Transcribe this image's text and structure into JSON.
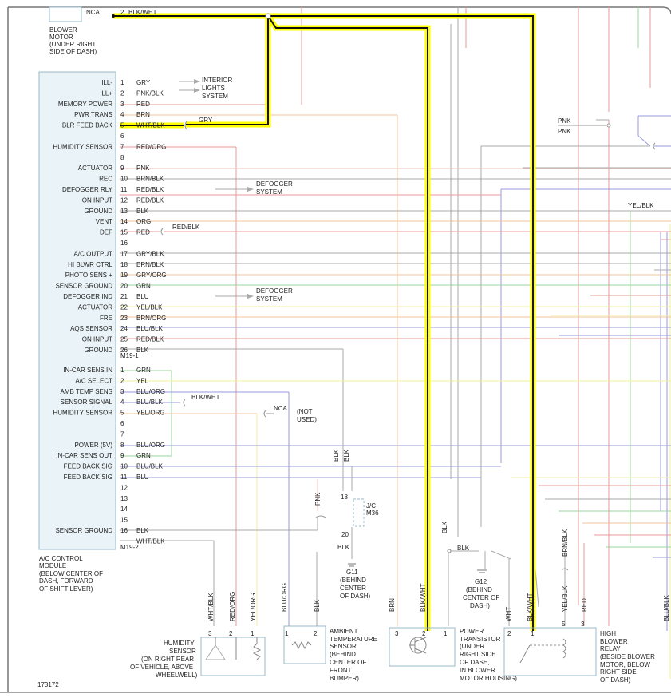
{
  "colors": {
    "highlight": "#ffff00",
    "wire_dark": "#111111",
    "module_fill": "#eaf4f8",
    "module_stroke": "#9ab8c8",
    "wire_red": "#e89a9a",
    "wire_green": "#9ed49e",
    "wire_blue": "#9a9ae0",
    "wire_gray": "#aaaaaa",
    "wire_orange": "#f0c49a",
    "wire_yellow": "#f0f0a0",
    "wire_pink": "#f2c2c2"
  },
  "blower_motor": {
    "label": [
      "BLOWER",
      "MOTOR",
      "(UNDER RIGHT",
      "SIDE OF DASH)"
    ],
    "nca": "NCA",
    "pin": "2",
    "wire": "BLK/WHT"
  },
  "module": {
    "connector1": "M19-1",
    "connector2": "M19-2",
    "title": [
      "A/C CONTROL",
      "MODULE",
      "(BELOW CENTER OF",
      "DASH, FORWARD",
      "OF SHIFT LEVER)"
    ],
    "c1_pins": [
      {
        "num": "1",
        "func": "ILL-",
        "wire": "GRY"
      },
      {
        "num": "2",
        "func": "ILL+",
        "wire": "PNK/BLK"
      },
      {
        "num": "3",
        "func": "MEMORY POWER",
        "wire": "RED"
      },
      {
        "num": "4",
        "func": "PWR TRANS",
        "wire": "BRN"
      },
      {
        "num": "5",
        "func": "BLR FEED BACK",
        "wire": "WHT/BLK"
      },
      {
        "num": "6",
        "func": "",
        "wire": ""
      },
      {
        "num": "7",
        "func": "HUMIDITY SENSOR",
        "wire": "RED/ORG"
      },
      {
        "num": "8",
        "func": "",
        "wire": ""
      },
      {
        "num": "9",
        "func": "ACTUATOR",
        "wire": "PNK"
      },
      {
        "num": "10",
        "func": "REC",
        "wire": "BRN/BLK"
      },
      {
        "num": "11",
        "func": "DEFOGGER RLY",
        "wire": "RED/BLK"
      },
      {
        "num": "12",
        "func": "ON INPUT",
        "wire": "RED/BLK"
      },
      {
        "num": "13",
        "func": "GROUND",
        "wire": "BLK"
      },
      {
        "num": "14",
        "func": "VENT",
        "wire": "ORG"
      },
      {
        "num": "15",
        "func": "DEF",
        "wire": "RED"
      },
      {
        "num": "16",
        "func": "",
        "wire": ""
      },
      {
        "num": "17",
        "func": "A/C OUTPUT",
        "wire": "GRY/BLK"
      },
      {
        "num": "18",
        "func": "HI BLWR CTRL",
        "wire": "BRN/BLK"
      },
      {
        "num": "19",
        "func": "PHOTO SENS +",
        "wire": "GRY/ORG"
      },
      {
        "num": "20",
        "func": "SENSOR GROUND",
        "wire": "GRN"
      },
      {
        "num": "21",
        "func": "DEFOGGER IND",
        "wire": "BLU"
      },
      {
        "num": "22",
        "func": "ACTUATOR",
        "wire": "YEL/BLK"
      },
      {
        "num": "23",
        "func": "FRE",
        "wire": "BRN/ORG"
      },
      {
        "num": "24",
        "func": "AQS SENSOR",
        "wire": "BLU/BLK"
      },
      {
        "num": "25",
        "func": "ON INPUT",
        "wire": "RED/BLK"
      },
      {
        "num": "26",
        "func": "GROUND",
        "wire": "BLK"
      }
    ],
    "c2_pins": [
      {
        "num": "1",
        "func": "IN-CAR SENS IN",
        "wire": "GRN"
      },
      {
        "num": "2",
        "func": "A/C SELECT",
        "wire": "YEL"
      },
      {
        "num": "3",
        "func": "AMB TEMP SENS",
        "wire": "BLU/ORG"
      },
      {
        "num": "4",
        "func": "SENSOR SIGNAL",
        "wire": "BLU/BLK"
      },
      {
        "num": "5",
        "func": "HUMIDITY SENSOR",
        "wire": "YEL/ORG"
      },
      {
        "num": "6",
        "func": "",
        "wire": ""
      },
      {
        "num": "7",
        "func": "",
        "wire": ""
      },
      {
        "num": "8",
        "func": "POWER (5V)",
        "wire": "BLU/ORG"
      },
      {
        "num": "9",
        "func": "IN-CAR SENS OUT",
        "wire": "GRN"
      },
      {
        "num": "10",
        "func": "FEED BACK SIG",
        "wire": "BLU/BLK"
      },
      {
        "num": "11",
        "func": "FEED BACK SIG",
        "wire": "BLU"
      },
      {
        "num": "12",
        "func": "",
        "wire": ""
      },
      {
        "num": "13",
        "func": "",
        "wire": ""
      },
      {
        "num": "14",
        "func": "",
        "wire": ""
      },
      {
        "num": "15",
        "func": "",
        "wire": ""
      },
      {
        "num": "16",
        "func": "SENSOR GROUND",
        "wire": "BLK"
      },
      {
        "num": "",
        "func": "",
        "wire": "WHT/BLK"
      }
    ]
  },
  "callouts": {
    "interior_lights": [
      "INTERIOR",
      "LIGHTS",
      "SYSTEM"
    ],
    "gry": "GRY",
    "defogger1": [
      "DEFOGGER",
      "SYSTEM"
    ],
    "defogger2": [
      "DEFOGGER",
      "SYSTEM"
    ],
    "red_blk": "RED/BLK",
    "blk_wht": "BLK/WHT",
    "nca": "NCA",
    "not_used": [
      "(NOT",
      "USED)"
    ],
    "pnk1": "PNK",
    "pnk2": "PNK",
    "yel_blk": "YEL/BLK",
    "pnk_vert": "PNK"
  },
  "jc": {
    "label": [
      "J/C",
      "M36"
    ],
    "pin_top": "18",
    "pin_bottom": "20",
    "wire_top_a": "BLK",
    "wire_top_b": "BLK",
    "wire_bottom": "BLK",
    "ground": "G11",
    "ground_desc": [
      "(BEHIND",
      "CENTER",
      "OF DASH)"
    ]
  },
  "g12": {
    "wire": "BLK",
    "wire_vert": "BLK",
    "name": "G12",
    "desc": [
      "(BEHIND",
      "CENTER OF",
      "DASH)"
    ]
  },
  "components": {
    "humidity": {
      "pins": [
        "3",
        "2",
        "1"
      ],
      "wires": [
        "WHT/BLK",
        "RED/ORG",
        "YEL/ORG"
      ],
      "label": [
        "HUMIDITY",
        "SENSOR",
        "(ON RIGHT REAR",
        "OF VEHICLE, ABOVE",
        "WHEELWELL)"
      ]
    },
    "ambient": {
      "pins": [
        "1",
        "2"
      ],
      "wires": [
        "BLU/ORG",
        "BLK"
      ],
      "label": [
        "AMBIENT",
        "TEMPERATURE",
        "SENSOR",
        "(BEHIND",
        "CENTER OF",
        "FRONT",
        "BUMPER)"
      ]
    },
    "transistor": {
      "pins": [
        "3",
        "2",
        "1"
      ],
      "wires": [
        "BRN",
        "BLK/WHT"
      ],
      "label": [
        "POWER",
        "TRANSISTOR",
        "(UNDER",
        "RIGHT SIDE",
        "OF DASH,",
        "IN BLOWER",
        "MOTOR HOUSING)"
      ]
    },
    "relay": {
      "pins": [
        "2",
        "1",
        "5",
        "3"
      ],
      "wires": [
        "WHT",
        "BLK/WHT",
        "YEL/BLK",
        "RED",
        "BRN/BLK"
      ],
      "label": [
        "HIGH",
        "BLOWER",
        "RELAY",
        "(BESIDE BLOWER",
        "MOTOR, BELOW",
        "RIGHT SIDE",
        "OF DASH)"
      ]
    },
    "right_edge_wire": "BLU/BLK"
  },
  "diagram_id": "173172"
}
